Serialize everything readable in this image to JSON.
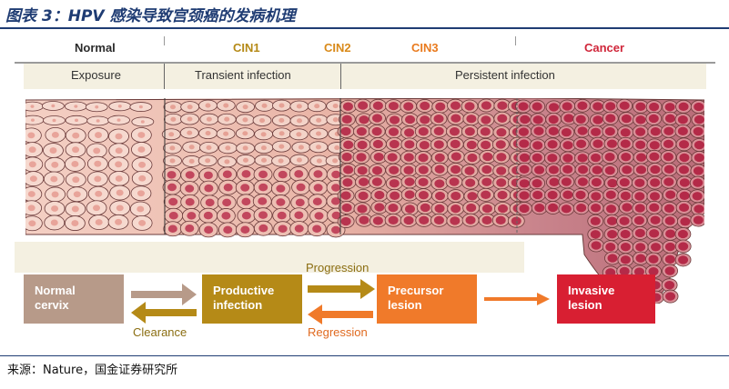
{
  "title": "图表 3：HPV 感染导致宫颈癌的发病机理",
  "stages": {
    "normal": "Normal",
    "cin1": "CIN1",
    "cin2": "CIN2",
    "cin3": "CIN3",
    "cancer": "Cancer"
  },
  "infection": {
    "exposure": "Exposure",
    "transient": "Transient infection",
    "persistent": "Persistent infection"
  },
  "boxes": {
    "normal": [
      "Normal",
      "cervix"
    ],
    "productive": [
      "Productive",
      "infection"
    ],
    "precursor": [
      "Precursor",
      "lesion"
    ],
    "invasive": [
      "Invasive",
      "lesion"
    ]
  },
  "arrows": {
    "progression": "Progression",
    "regression": "Regression",
    "clearance": "Clearance"
  },
  "colors": {
    "title": "#1f3c73",
    "normal": "#b79a89",
    "productive": "#b58a17",
    "precursor": "#f07a2a",
    "invasive": "#d81f32",
    "cancer_label": "#d0263a",
    "cin_label": "#d98a1a"
  },
  "source": "来源：Nature，国金证券研究所"
}
